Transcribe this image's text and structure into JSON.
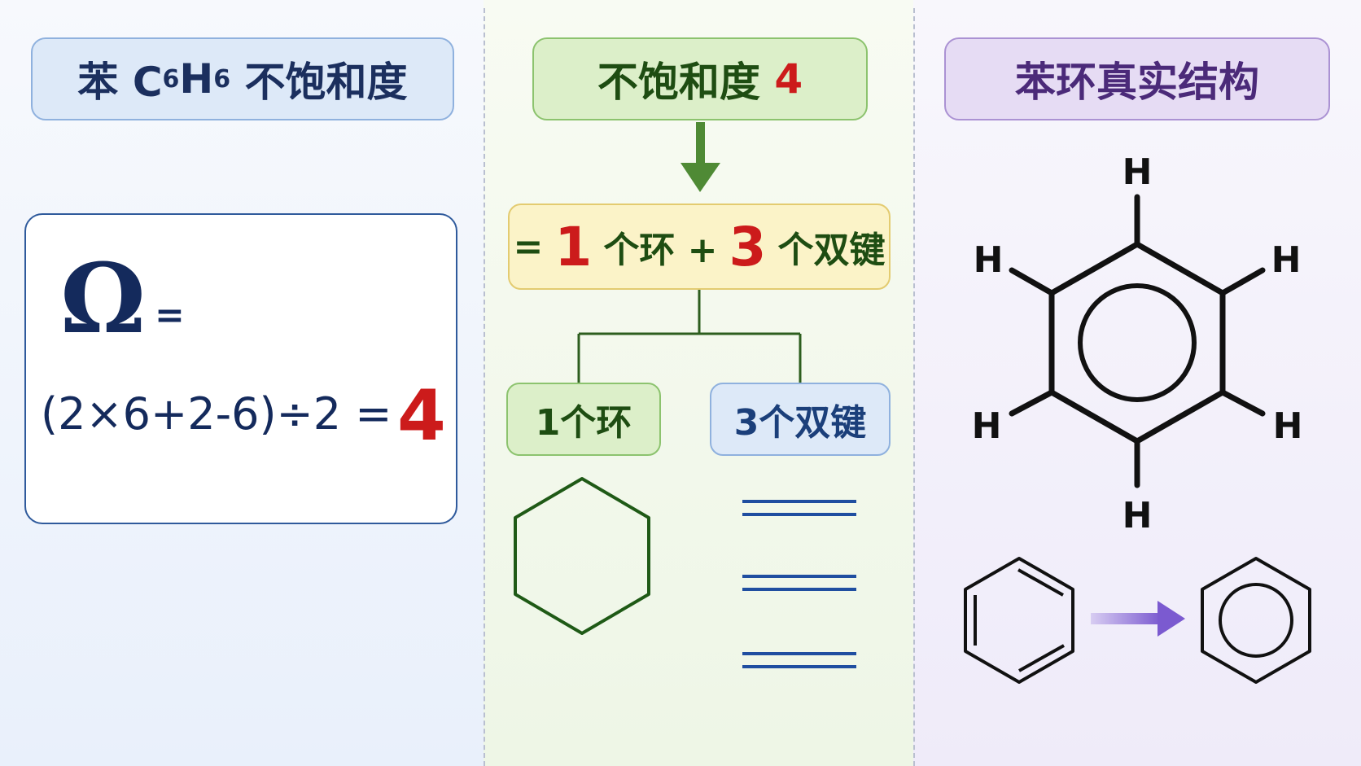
{
  "left": {
    "header_prefix": "苯 C",
    "header_sub1": "6",
    "header_mid": "H",
    "header_sub2": "6",
    "header_suffix": " 不饱和度",
    "omega_symbol": "Ω",
    "omega_equals": "=",
    "expression": "(2×6+2-6)÷2 =",
    "result": "4"
  },
  "middle": {
    "header_text": "不饱和度 ",
    "header_value": "4",
    "eq_prefix": "=",
    "eq_ring_count": "1",
    "eq_ring_label": "个环 +",
    "eq_double_count": "3",
    "eq_double_label": "个双键",
    "ring_box": "1个环",
    "double_box": "3个双键"
  },
  "right": {
    "header_text": "苯环真实结构",
    "h_atom": "H"
  },
  "colors": {
    "green_arrow": "#4f8a35",
    "connector": "#2d5e1e",
    "hexagon": "#1f5a16",
    "double_bond": "#1f4ea0",
    "benzene": "#111111",
    "purple_arrow": "#7b5ad0",
    "red_number": "#cc1b1b"
  },
  "icons": [
    "down-arrow-icon",
    "hexagon-ring-icon",
    "double-bond-icon",
    "benzene-kekule-icon",
    "right-arrow-icon",
    "benzene-circle-icon"
  ]
}
